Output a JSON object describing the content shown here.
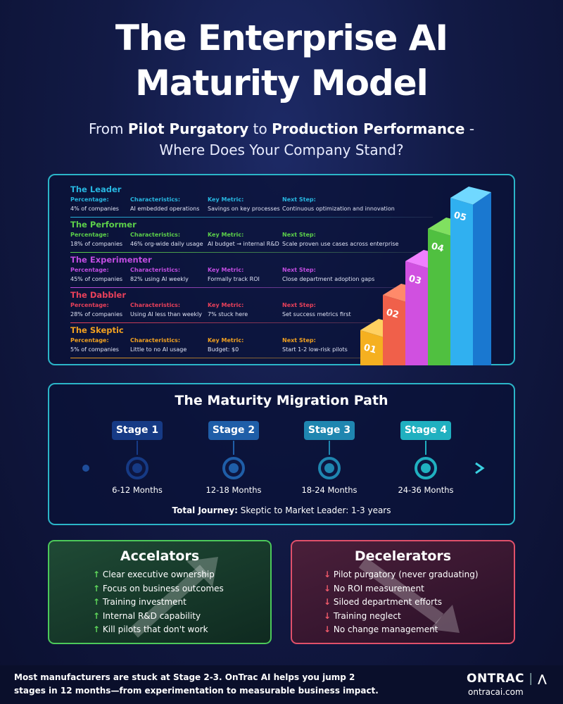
{
  "title": {
    "line1": "The Enterprise AI",
    "line2": "Maturity Model"
  },
  "subtitle": {
    "pre": "From ",
    "bold1": "Pilot Purgatory",
    "mid": " to ",
    "bold2": "Production Performance",
    "post": " -",
    "line2": "Where Does Your Company Stand?"
  },
  "labels": {
    "percentage": "Percentage:",
    "characteristics": "Characteristics:",
    "key_metric": "Key Metric:",
    "next_step": "Next Step:"
  },
  "levels": [
    {
      "name": "The Leader",
      "color": "#27b6e0",
      "percentage": "4% of companies",
      "characteristics": "AI embedded operations",
      "key_metric": "Savings on key processes",
      "next_step": "Continuous optimization and innovation"
    },
    {
      "name": "The Performer",
      "color": "#5ccf4a",
      "percentage": "18% of companies",
      "characteristics": "46% org-wide daily usage",
      "key_metric": "AI budget → internal R&D",
      "next_step": "Scale proven use cases across enterprise"
    },
    {
      "name": "The Experimenter",
      "color": "#c04ce0",
      "percentage": "45% of companies",
      "characteristics": "82% using AI weekly",
      "key_metric": "Formally track ROI",
      "next_step": "Close department adoption gaps"
    },
    {
      "name": "The Dabbler",
      "color": "#e8405a",
      "percentage": "28% of companies",
      "characteristics": "Using AI less than weekly",
      "key_metric": "7% stuck here",
      "next_step": "Set success metrics first"
    },
    {
      "name": "The Skeptic",
      "color": "#f0a020",
      "percentage": "5% of companies",
      "characteristics": "Little to no AI usage",
      "key_metric": "Budget: $0",
      "next_step": "Start 1-2 low-risk pilots"
    }
  ],
  "stairs": [
    "01",
    "02",
    "03",
    "04",
    "05"
  ],
  "migration": {
    "title": "The Maturity Migration Path",
    "stages": [
      {
        "label": "Stage 1",
        "months": "6-12 Months"
      },
      {
        "label": "Stage 2",
        "months": "12-18 Months"
      },
      {
        "label": "Stage 3",
        "months": "18-24 Months"
      },
      {
        "label": "Stage 4",
        "months": "24-36 Months"
      }
    ],
    "total_bold": "Total Journey:",
    "total_text": " Skeptic to Market Leader: 1-3 years"
  },
  "accelerators": {
    "title": "Accelators",
    "items": [
      "Clear executive ownership",
      "Focus on business outcomes",
      "Training investment",
      "Internal R&D capability",
      "Kill pilots that don't work"
    ]
  },
  "decelerators": {
    "title": "Decelerators",
    "items": [
      "Pilot purgatory (never graduating)",
      "No ROI measurement",
      "Siloed department efforts",
      "Training neglect",
      "No change management"
    ]
  },
  "footer": {
    "text": "Most manufacturers are stuck at Stage 2-3. OnTrac AI helps you jump 2 stages in 12 months—from experimentation to measurable business impact.",
    "logo": "ONTRAC",
    "url": "ontracai.com"
  }
}
